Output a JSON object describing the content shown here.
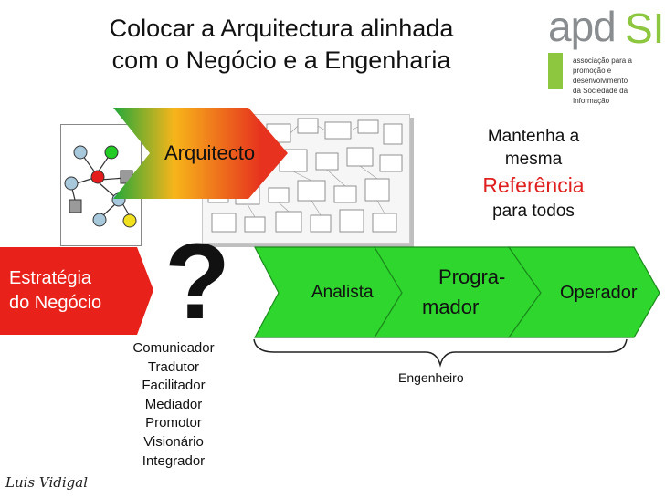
{
  "title": {
    "line1": "Colocar a Arquitectura alinhada",
    "line2": "com o Negócio e a Engenharia"
  },
  "logo": {
    "brand_main": "apd",
    "brand_accent": "SI",
    "tagline_lines": [
      "associação para a",
      "promoção e desenvolvimento",
      "da Sociedade da Informação"
    ]
  },
  "reference": {
    "line1": "Mantenha a",
    "line2": "mesma",
    "highlight": "Referência",
    "line4": "para todos"
  },
  "arrows": {
    "architect": "Arquitecto",
    "strategy_line1": "Estratégia",
    "strategy_line2": "do Negócio",
    "question_mark": "?",
    "analyst": "Analista",
    "programmer_line1": "Progra-",
    "programmer_line2": "mador",
    "operator": "Operador"
  },
  "roles": [
    "Comunicador",
    "Tradutor",
    "Facilitador",
    "Mediador",
    "Promotor",
    "Visionário",
    "Integrador"
  ],
  "brace_label": "Engenheiro",
  "signature": "Luis Vidigal",
  "colors": {
    "strategy_red": "#e8211b",
    "arrow_green": "#2ed62e",
    "architect_gradient": [
      "#22a83a",
      "#f7b51a",
      "#e6321e"
    ],
    "reference_red": "#e02020",
    "logo_green": "#8dc63f",
    "logo_grey": "#8a8d8f"
  }
}
